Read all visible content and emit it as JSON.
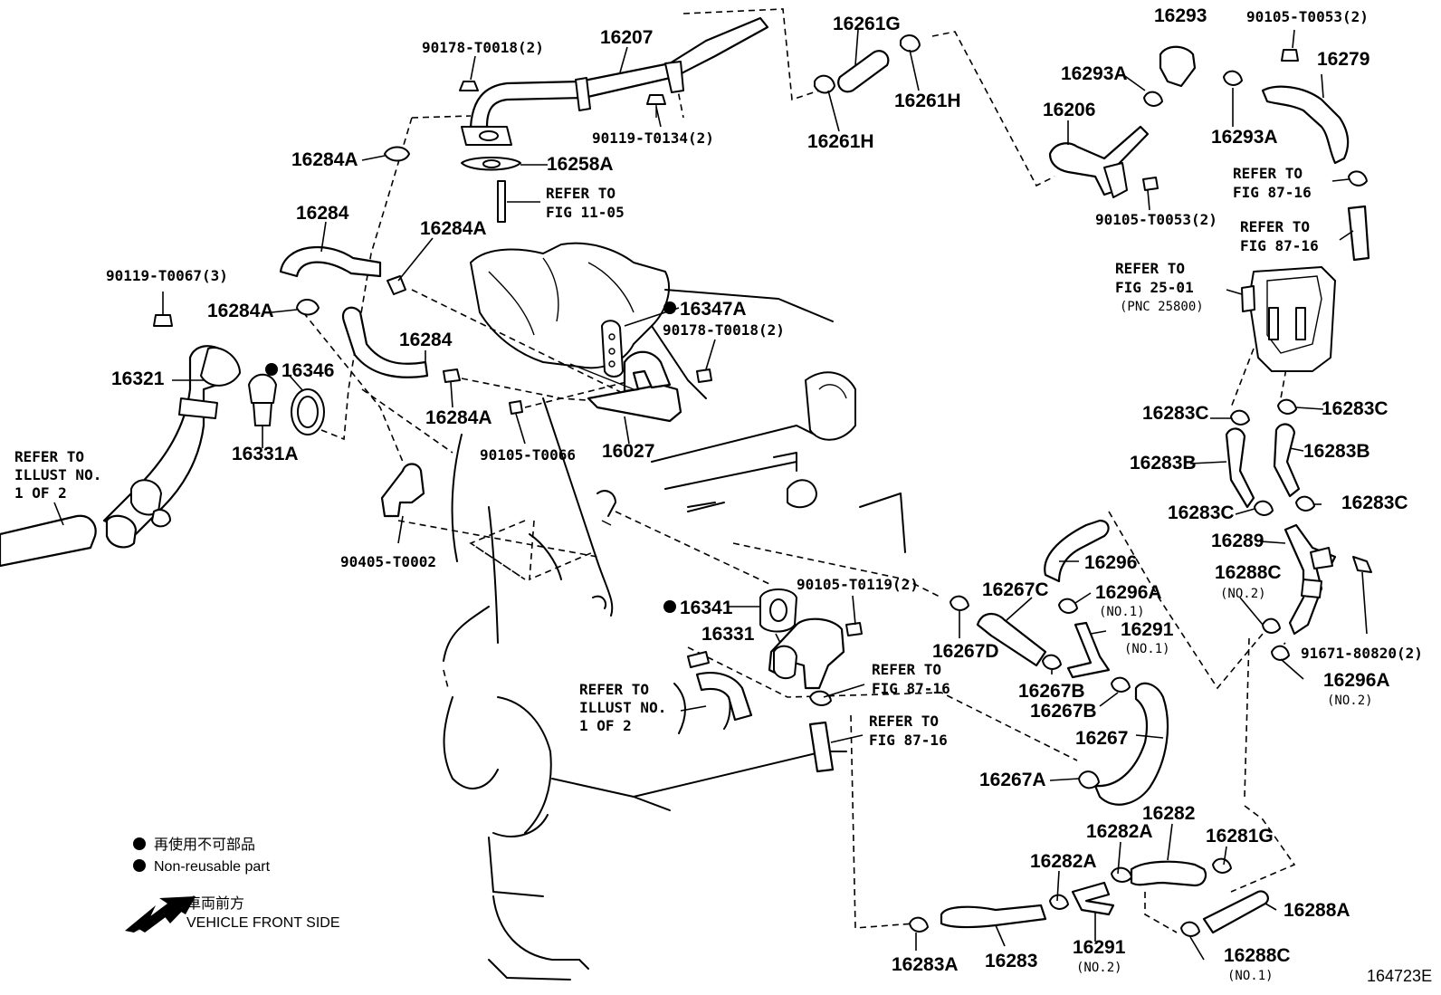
{
  "parts": {
    "p16207": "16207",
    "p90178a": "90178-T0018(2)",
    "p90119a": "90119-T0134(2)",
    "p16258A": "16258A",
    "ref1105a": "REFER TO",
    "ref1105b": "FIG 11-05",
    "p16284A_1": "16284A",
    "p16284_1": "16284",
    "p16284A_2": "16284A",
    "p90119b": "90119-T0067(3)",
    "p16284A_3": "16284A",
    "p16284_2": "16284",
    "p16321": "16321",
    "p16346": "16346",
    "p16331A": "16331A",
    "p16284A_4": "16284A",
    "p16347A": "16347A",
    "p90178b": "90178-T0018(2)",
    "p90105a": "90105-T0066",
    "p16027": "16027",
    "p90405": "90405-T0002",
    "refIllA1": "REFER TO",
    "refIllA2": "ILLUST NO.",
    "refIllA3": "1 OF 2",
    "p16261G": "16261G",
    "p16261H_1": "16261H",
    "p16261H_2": "16261H",
    "p16293": "16293",
    "p90105b": "90105-T0053(2)",
    "p16293A_1": "16293A",
    "p16279": "16279",
    "p16206": "16206",
    "p16293A_2": "16293A",
    "ref8716a1": "REFER TO",
    "ref8716a2": "FIG 87-16",
    "p90105c": "90105-T0053(2)",
    "ref8716b1": "REFER TO",
    "ref8716b2": "FIG 87-16",
    "ref2501a": "REFER TO",
    "ref2501b": "FIG 25-01",
    "ref2501c": "(PNC 25800)",
    "p16283C_1": "16283C",
    "p16283C_2": "16283C",
    "p16283B_1": "16283B",
    "p16283B_2": "16283B",
    "p16283C_3": "16283C",
    "p16283C_4": "16283C",
    "p16289": "16289",
    "p16288C_1": "16288C",
    "p16288C_1n": "(NO.2)",
    "p91671": "91671-80820(2)",
    "p16296A_2": "16296A",
    "p16296A_2n": "(NO.2)",
    "p16296": "16296",
    "p16267C": "16267C",
    "p16296A_1": "16296A",
    "p16296A_1n": "(NO.1)",
    "p16291_1": "16291",
    "p16291_1n": "(NO.1)",
    "p16267D": "16267D",
    "p16267B_1": "16267B",
    "p16267B_2": "16267B",
    "p16267": "16267",
    "p16267A": "16267A",
    "p90105d": "90105-T0119(2)",
    "p16341": "16341",
    "p16331": "16331",
    "ref8716c1": "REFER TO",
    "ref8716c2": "FIG 87-16",
    "ref8716d1": "REFER TO",
    "ref8716d2": "FIG 87-16",
    "refIllB1": "REFER TO",
    "refIllB2": "ILLUST NO.",
    "refIllB3": "1 OF 2",
    "p16282": "16282",
    "p16282A_1": "16282A",
    "p16282A_2": "16282A",
    "p16281G": "16281G",
    "p16288A": "16288A",
    "p16283A": "16283A",
    "p16283": "16283",
    "p16291_2": "16291",
    "p16291_2n": "(NO.2)",
    "p16288C_2": "16288C",
    "p16288C_2n": "(NO.1)"
  },
  "legend": {
    "nonreusable_jp": "再使用不可部品",
    "nonreusable_en": "Non-reusable part",
    "front_jp": "車両前方",
    "front_en": "VEHICLE FRONT SIDE"
  },
  "figure_code": "164723E"
}
